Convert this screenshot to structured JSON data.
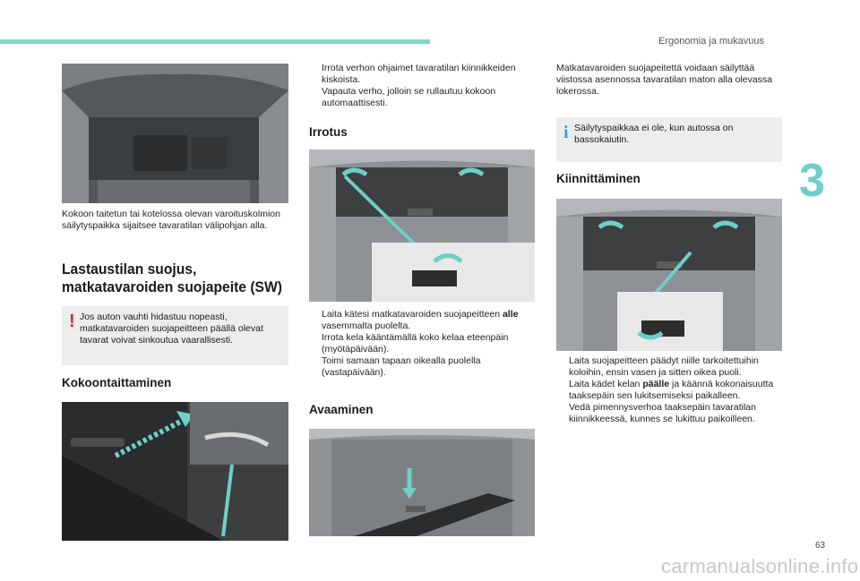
{
  "header": {
    "section_title": "Ergonomia ja mukavuus",
    "chapter_number": "3"
  },
  "footer": {
    "page_number": "63",
    "watermark": "carmanualsonline.info"
  },
  "col1": {
    "caption": "Kokoon taitetun tai kotelossa olevan varoituskolmion säilytyspaikka sijaitsee tavaratilan välipohjan alla.",
    "heading": "Lastaustilan suojus, matkatavaroiden suojapeite (SW)",
    "warning_mark": "!",
    "warning_text": "Jos auton vauhti hidastuu nopeasti, matkatavaroiden suojapeitteen päällä olevat tavarat voivat sinkoutua vaarallisesti.",
    "subheading": "Kokoontaittaminen"
  },
  "col2": {
    "intro_steps": [
      "Irrota verhon ohjaimet tavaratilan kiinnikkeiden kiskoista.",
      "Vapauta verho, jolloin se rullautuu kokoon automaattisesti."
    ],
    "removal_heading": "Irrotus",
    "removal_steps": [
      {
        "pre": "Laita kätesi matkatavaroiden suojapeitteen ",
        "bold": "alle",
        "post": " vasemmalta puolelta."
      },
      {
        "pre": "Irrota kela kääntämällä koko kelaa eteenpäin (myötäpäivään).",
        "bold": "",
        "post": ""
      },
      {
        "pre": "Toimi samaan tapaan oikealla puolella (vastapäivään).",
        "bold": "",
        "post": ""
      }
    ],
    "opening_heading": "Avaaminen"
  },
  "col3": {
    "intro": "Matkatavaroiden suojapeitettä voidaan säilyttää viistossa asennossa tavaratilan maton alla olevassa lokerossa.",
    "info_mark": "i",
    "info_text": "Säilytyspaikkaa ei ole, kun autossa on bassokaiutin.",
    "fitting_heading": "Kiinnittäminen",
    "fitting_steps": [
      {
        "pre": "Laita suojapeitteen päädyt niille tarkoitettuihin koloihin, ensin vasen ja sitten oikea puoli.",
        "bold": "",
        "post": ""
      },
      {
        "pre": "Laita kädet kelan ",
        "bold": "päälle",
        "post": " ja käännä kokonaisuutta taaksepäin sen lukitsemiseksi paikalleen."
      },
      {
        "pre": "Vedä pimennysverhoa taaksepäin tavaratilan kiinnikkeessä, kunnes se lukittuu paikoilleen.",
        "bold": "",
        "post": ""
      }
    ]
  },
  "bullet_glyph": "",
  "colors": {
    "accent": "#6dcfc8",
    "note_bg": "#eceeee",
    "warning": "#e2231a",
    "info": "#2ea9e0"
  }
}
